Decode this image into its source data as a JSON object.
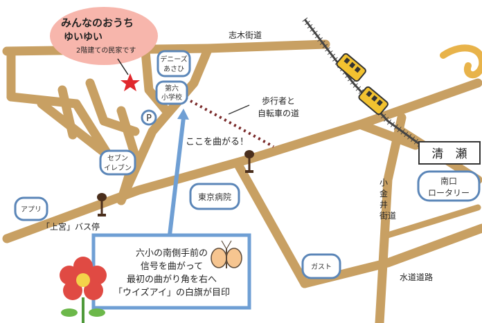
{
  "house": {
    "name_line1": "みんなのおうち",
    "name_line2": "ゆいゆい",
    "description": "2階建ての民家です"
  },
  "labels": {
    "shiki_kaido": "志木街道",
    "pedestrian_line1": "歩行者と",
    "pedestrian_line2": "自転車の道",
    "turn_here": "ここを曲がる！",
    "kamimiya_bus": "「上宮」バス停",
    "suido_doro": "水道道路",
    "koganei": [
      "小",
      "金",
      "井",
      "街道"
    ],
    "kiyose": "清　瀬"
  },
  "landmarks": {
    "dennys_line1": "デニーズ",
    "dennys_line2": "あさひ",
    "school_line1": "第六",
    "school_line2": "小学校",
    "parking": "P",
    "seven_line1": "セブン",
    "seven_line2": "イレブン",
    "tokyo_hospital": "東京病院",
    "apple": "アプリ",
    "gusto": "ガスト",
    "rotary_line1": "南口",
    "rotary_line2": "ロータリー"
  },
  "directions": {
    "line1": "六小の南側手前の",
    "line2": "信号を曲がって",
    "line3": "最初の曲がり角を右へ",
    "line4": "「ウイズアイ」の白旗が目印"
  },
  "colors": {
    "road": "#c8a063",
    "route": "#6f9fd4",
    "bubble_border": "#5b86b8",
    "house_bubble": "#f7b6ac",
    "star": "#e0282d",
    "train": "#f2c230"
  }
}
